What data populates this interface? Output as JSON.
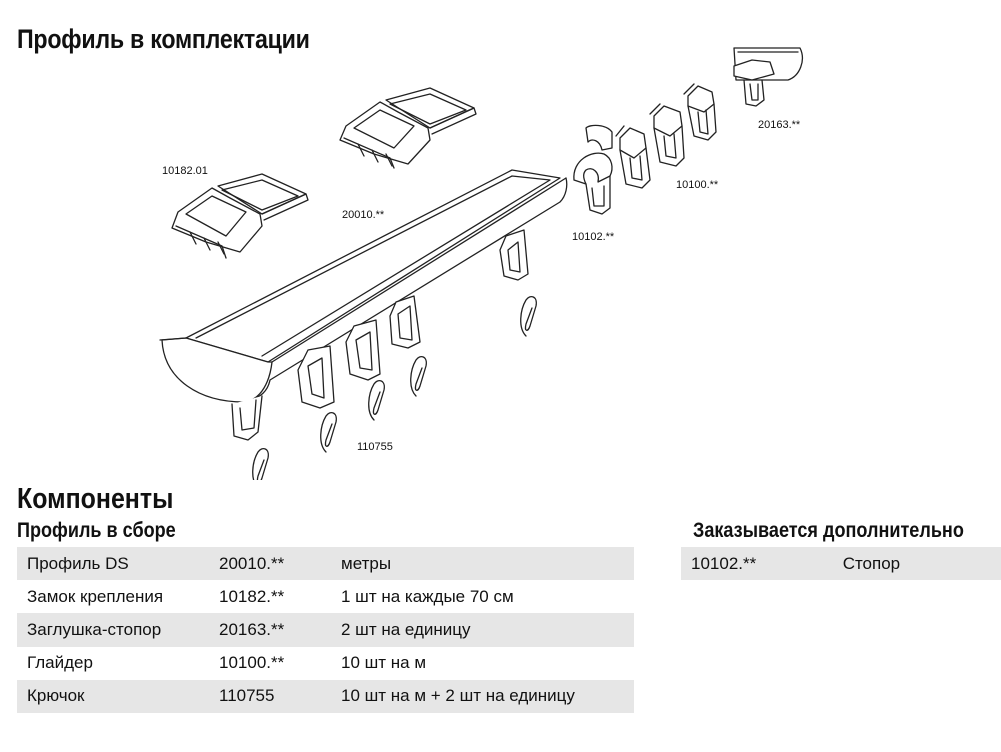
{
  "title": "Профиль в комплектации",
  "parts_labels": {
    "lock": "10182.01",
    "profile": "20010.**",
    "stopper": "10102.**",
    "glider": "10100.**",
    "end_cap": "20163.**",
    "hook": "110755"
  },
  "components_heading": "Компоненты",
  "assembly_heading": "Профиль в сборе",
  "assembly_rows": [
    {
      "name": "Профиль DS",
      "code": "20010.**",
      "qty": "метры"
    },
    {
      "name": "Замок крепления",
      "code": "10182.**",
      "qty": "1 шт на каждые 70 см"
    },
    {
      "name": "Заглушка-стопор",
      "code": "20163.**",
      "qty": "2 шт на единицу"
    },
    {
      "name": "Глайдер",
      "code": "10100.**",
      "qty": "10 шт на м"
    },
    {
      "name": "Крючок",
      "code": "110755",
      "qty": "10 шт на м + 2 шт на единицу"
    }
  ],
  "optional_heading": "Заказывается дополнительно",
  "optional_rows": [
    {
      "code": "10102.**",
      "name": "Стопор"
    }
  ]
}
